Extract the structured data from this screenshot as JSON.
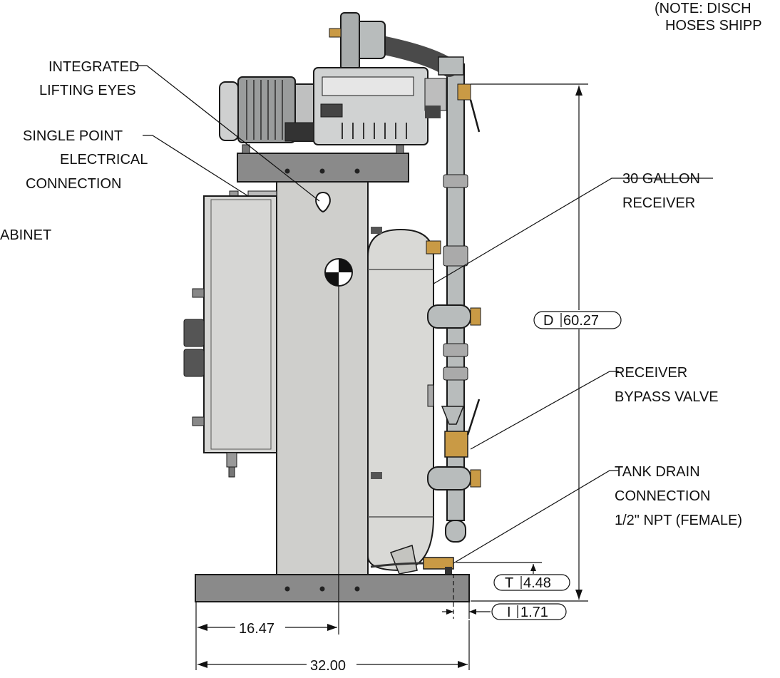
{
  "notes": {
    "line1": "(NOTE: DISCH",
    "line2": "HOSES SHIPP"
  },
  "callouts": {
    "lifting_eyes": [
      "INTEGRATED",
      "LIFTING EYES"
    ],
    "electrical": [
      "SINGLE POINT",
      "ELECTRICAL",
      "CONNECTION"
    ],
    "cabinet": [
      "ABINET"
    ],
    "receiver": [
      "30 GALLON",
      "RECEIVER"
    ],
    "bypass_valve": [
      "RECEIVER",
      "BYPASS VALVE"
    ],
    "tank_drain": [
      "TANK DRAIN",
      "CONNECTION",
      "1/2\" NPT (FEMALE)"
    ]
  },
  "dimensions": {
    "height": {
      "prefix": "D",
      "value": "60.27"
    },
    "drain_height": {
      "prefix": "T",
      "value": "4.48"
    },
    "drain_offset": {
      "prefix": "I",
      "value": "1.71"
    },
    "cg_x": {
      "value": "16.47"
    },
    "width": {
      "value": "32.00"
    }
  },
  "colors": {
    "steel": "#cfcfcc",
    "base": "#8a8a8a",
    "brass": "#c99a45",
    "hose": "#4a4a4a",
    "outline": "#1a1a1a"
  }
}
